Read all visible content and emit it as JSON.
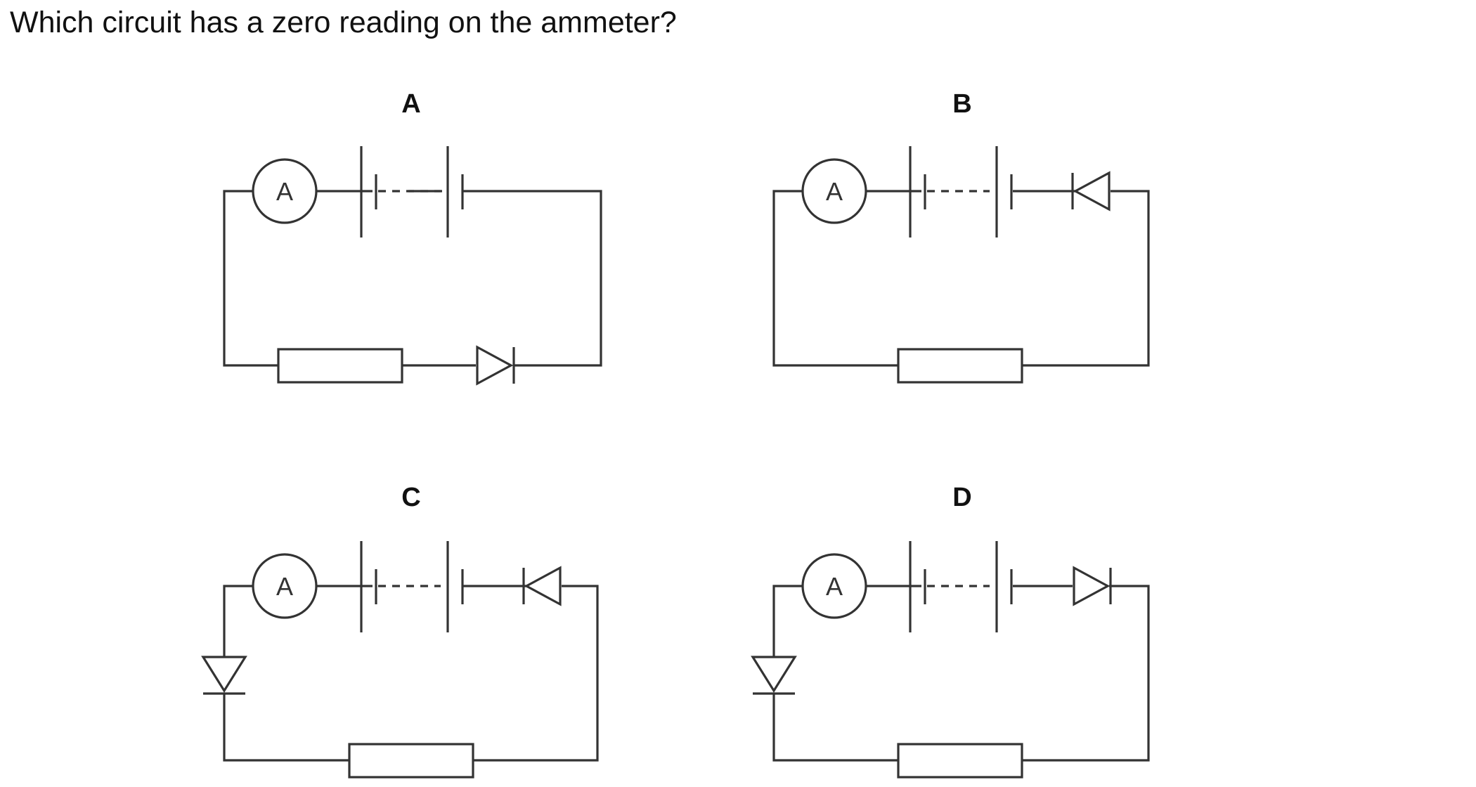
{
  "question": "Which circuit has a zero reading on the ammeter?",
  "circuits": [
    {
      "label": "A",
      "ammeter_label": "A"
    },
    {
      "label": "B",
      "ammeter_label": "A"
    },
    {
      "label": "C",
      "ammeter_label": "A"
    },
    {
      "label": "D",
      "ammeter_label": "A"
    }
  ]
}
